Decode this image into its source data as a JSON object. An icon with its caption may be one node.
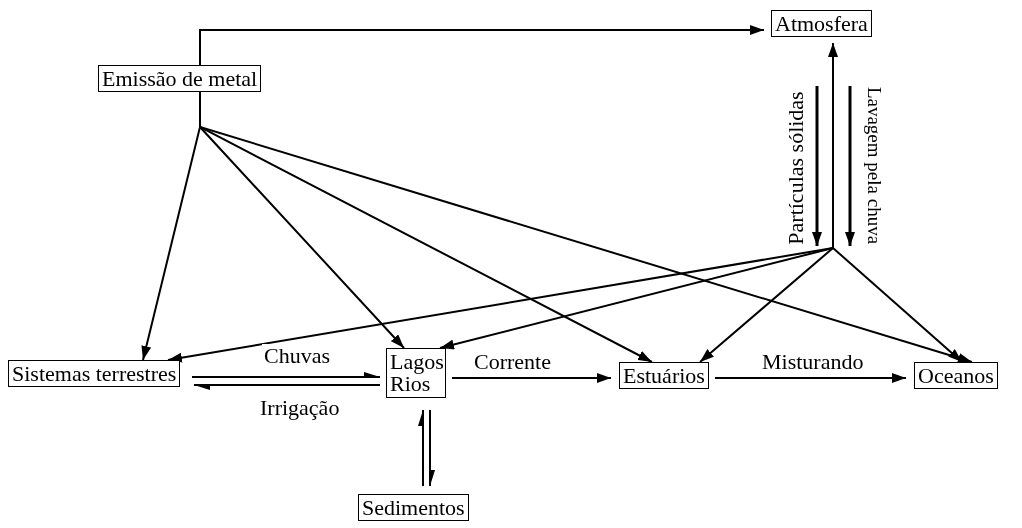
{
  "diagram": {
    "nodes": [
      {
        "text": [
          "Atmosfera"
        ]
      },
      {
        "text": [
          "Emissão de metal"
        ]
      },
      {
        "text": [
          "Sistemas terrestres"
        ]
      },
      {
        "text": [
          "Lagos Rios"
        ]
      },
      {
        "text": [
          "Estuários"
        ]
      },
      {
        "text": [
          "Oceanos"
        ]
      },
      {
        "text": [
          "Sedimentos"
        ]
      }
    ],
    "edges": [
      {
        "from": 1,
        "to": 0,
        "arrow": "to"
      },
      {
        "from": 1,
        "to": 2,
        "arrow": "to"
      },
      {
        "from": 1,
        "to": 3,
        "arrow": "to"
      },
      {
        "from": 1,
        "to": 4,
        "arrow": "to"
      },
      {
        "from": 1,
        "to": 5,
        "arrow": "to"
      },
      {
        "from": null,
        "to": 0,
        "arrow": "to"
      },
      {
        "from": null,
        "to": 2,
        "arrow": "to"
      },
      {
        "from": null,
        "to": 3,
        "arrow": "to"
      },
      {
        "from": null,
        "to": 4,
        "arrow": "to"
      },
      {
        "from": null,
        "to": 5,
        "arrow": "to"
      },
      {
        "from": 2,
        "to": 3,
        "arrow": "to",
        "label": "Chuvas"
      },
      {
        "from": 3,
        "to": 2,
        "arrow": "to",
        "label": "Irrigação"
      },
      {
        "from": 3,
        "to": 4,
        "arrow": "to",
        "label": "Corrente"
      },
      {
        "from": 4,
        "to": 5,
        "arrow": "to",
        "label": "Misturando"
      },
      {
        "from": 6,
        "to": 3,
        "arrow": "to"
      },
      {
        "from": 3,
        "to": 6,
        "arrow": "to"
      }
    ],
    "labels": [
      "Partículas sólidas",
      "Lavagem pela chuva"
    ]
  }
}
